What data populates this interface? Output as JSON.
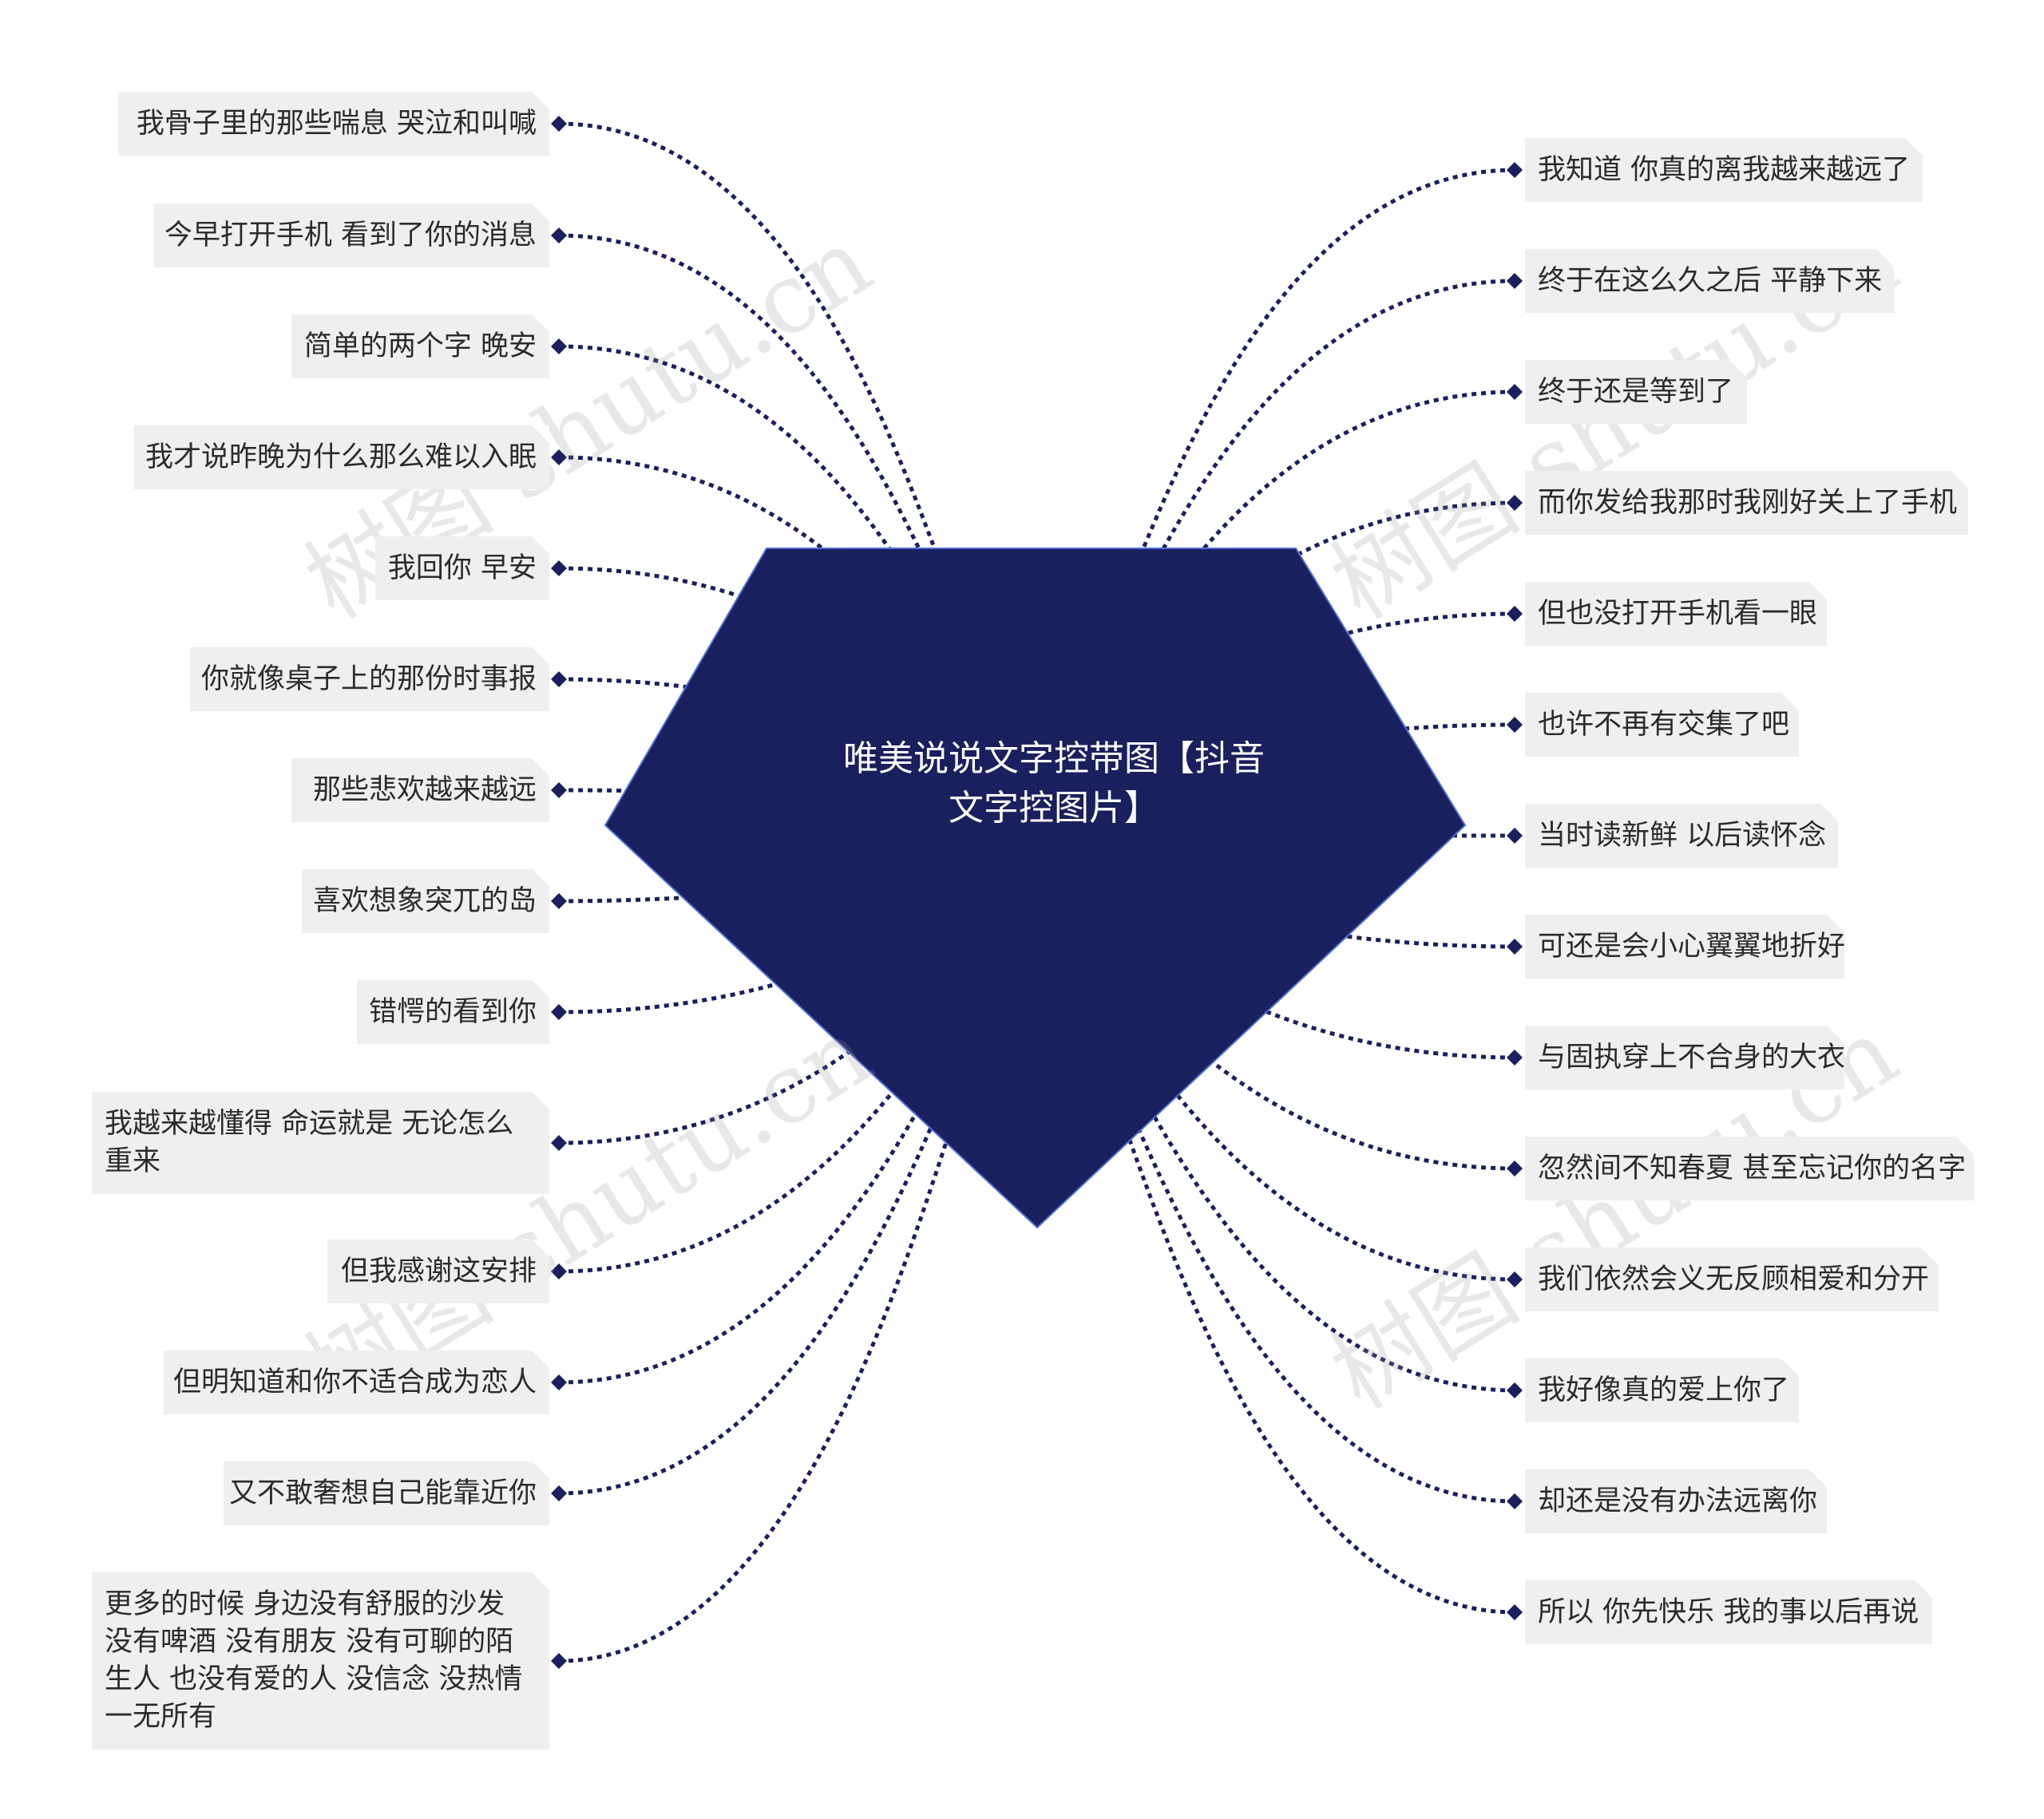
{
  "colors": {
    "center_fill": "#1a1f5e",
    "center_stroke": "#4f6fd4",
    "link": "#1a1f5e",
    "node_bg": "#efefef",
    "node_text": "#2b2b2b"
  },
  "center": {
    "title": "唯美说说文字控带图【抖音文字控图片】"
  },
  "left_nodes": [
    "我骨子里的那些喘息 哭泣和叫喊",
    "今早打开手机 看到了你的消息",
    "简单的两个字 晚安",
    "我才说昨晚为什么那么难以入眠",
    "我回你 早安",
    "你就像桌子上的那份时事报",
    "那些悲欢越来越远",
    "喜欢想象突兀的岛",
    "错愕的看到你",
    "我越来越懂得 命运就是 无论怎么重来",
    "但我感谢这安排",
    "但明知道和你不适合成为恋人",
    "又不敢奢想自己能靠近你",
    "更多的时候 身边没有舒服的沙发 没有啤酒 没有朋友 没有可聊的陌生人 也没有爱的人 没信念 没热情 一无所有"
  ],
  "right_nodes": [
    "我知道 你真的离我越来越远了",
    "终于在这么久之后 平静下来",
    "终于还是等到了",
    "而你发给我那时我刚好关上了手机",
    "但也没打开手机看一眼",
    "也许不再有交集了吧",
    "当时读新鲜 以后读怀念",
    "可还是会小心翼翼地折好",
    "与固执穿上不合身的大衣",
    "忽然间不知春夏 甚至忘记你的名字",
    "我们依然会义无反顾相爱和分开",
    "我好像真的爱上你了",
    "却还是没有办法远离你",
    "所以 你先快乐 我的事以后再说"
  ],
  "watermark": "树图 shutu.cn"
}
